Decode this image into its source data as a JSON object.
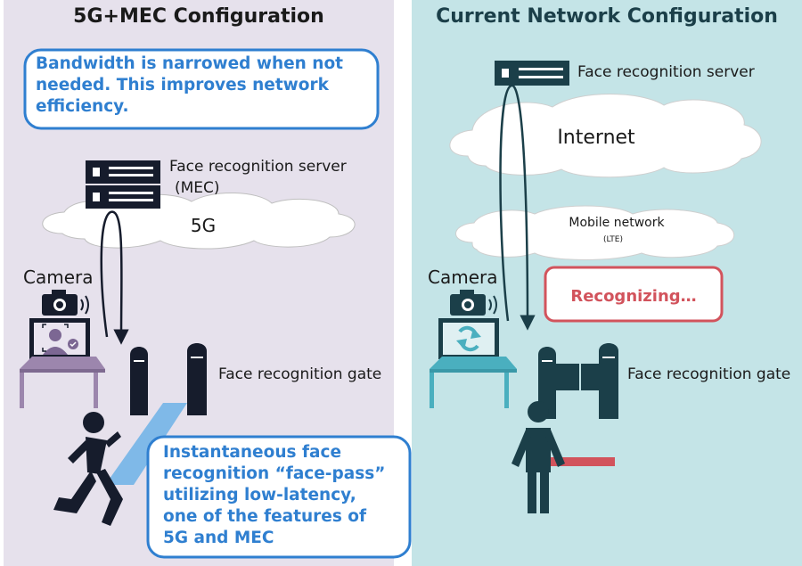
{
  "left_panel": {
    "title": "5G+MEC Configuration",
    "bandwidth_note": [
      "Bandwidth is narrowed when not",
      "needed. This improves network",
      "efficiency."
    ],
    "server_label": [
      "Face recognition server",
      "(MEC)"
    ],
    "network_label": "5G",
    "camera_label": "Camera",
    "gate_label": "Face recognition gate",
    "facepass_note": [
      "Instantaneous face",
      "recognition “face-pass”",
      "utilizing low-latency,",
      "one of the features of",
      "5G and MEC"
    ]
  },
  "right_panel": {
    "title": "Current Network Configuration",
    "server_label": "Face recognition server",
    "internet_label": "Internet",
    "mobile_label": "Mobile network",
    "mobile_sub_label": "(LTE)",
    "camera_label": "Camera",
    "status_label": "Recognizing…",
    "gate_label": "Face recognition gate"
  },
  "colors": {
    "left_bg": "#e6e1ec",
    "right_bg": "#c4e4e7",
    "dark_teal": "#1b3f49",
    "dark_navy": "#161c2c",
    "blue_accent": "#2f7fd0",
    "red_accent": "#d2535c",
    "table_left": "#9c86ad",
    "table_right": "#4aafbf"
  }
}
